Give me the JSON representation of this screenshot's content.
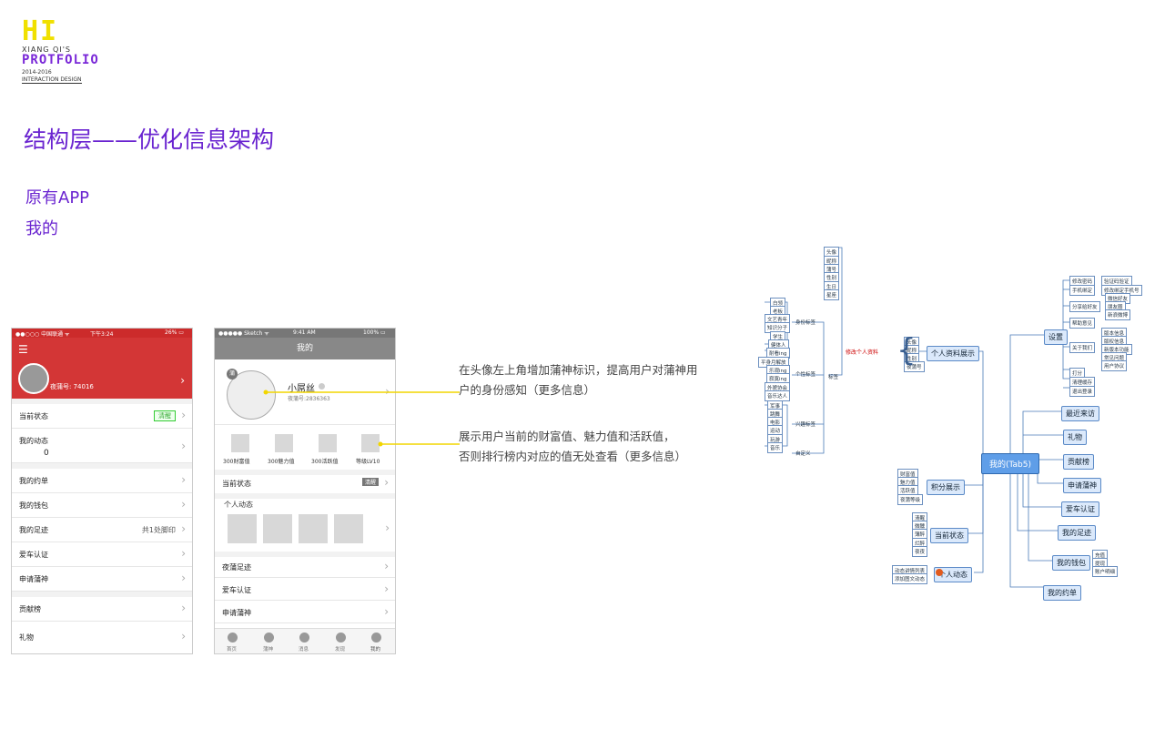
{
  "logo": {
    "hi": "HI",
    "sub": "XIANG QI'S",
    "main": "PROTFOLIO",
    "years": "2014-2016",
    "design": "INTERACTION DESIGN"
  },
  "page_title": "结构层——优化信息架构",
  "subtitle1": "原有APP",
  "subtitle2": "我的",
  "phone1": {
    "status_carrier": "●●○○○ 中国联通 ᯤ",
    "status_time": "下午3:24",
    "status_battery": "26% ▭",
    "nickname": "夜蒲号: 74016",
    "rows": [
      {
        "label": "当前状态",
        "badge": "清醒"
      },
      {
        "label": "我的动态",
        "value": "0"
      },
      {
        "label": "我的约单"
      },
      {
        "label": "我的钱包"
      },
      {
        "label": "我的足迹",
        "value": "共1处脚印"
      },
      {
        "label": "爱车认证"
      },
      {
        "label": "申请蒲神"
      },
      {
        "label": "贡献榜"
      },
      {
        "label": "礼物"
      }
    ]
  },
  "phone2": {
    "status_carrier": "●●●●● Sketch ᯤ",
    "status_time": "9:41 AM",
    "status_battery": "100% ▭",
    "header": "我的",
    "avatar_badge": "蒲",
    "name": "小屌丝",
    "id": "夜蒲号:2836363",
    "stats": [
      "300财富值",
      "300魅力值",
      "300活跃值",
      "等级LV10"
    ],
    "state_label": "当前状态",
    "state_badge": "清醒",
    "dynamic_label": "个人动态",
    "rows": [
      "夜蒲足迹",
      "爱车认证",
      "申请蒲神"
    ],
    "tabs": [
      "首页",
      "蒲神",
      "消息",
      "发现",
      "我的"
    ]
  },
  "annotations": [
    {
      "line1": "在头像左上角增加蒲神标识，提高用户对蒲神用",
      "line2": "户的身份感知（更多信息）"
    },
    {
      "line1": "展示用户当前的财富值、魅力值和活跃值，",
      "line2": "否则排行榜内对应的值无处查看（更多信息）"
    }
  ],
  "mindmap": {
    "center": "我的(Tab5)",
    "right": [
      "设置",
      "最近来访",
      "礼物",
      "贡献榜",
      "申请蒲神",
      "爱车认证",
      "我的足迹",
      "我的钱包",
      "我的约单"
    ],
    "settings_children": [
      "修改密码",
      "手机绑定",
      "分享给好友",
      "帮助意见",
      "关于我们",
      "打分",
      "清理缓存",
      "退出登录"
    ],
    "settings_grand": [
      "验证码验证",
      "修改绑定手机号",
      "微信好友",
      "朋友圈",
      "新浪微博",
      "版本信息",
      "版权信息",
      "新版本功能",
      "常见问题",
      "用户协议"
    ],
    "wallet_children": [
      "充值",
      "提现",
      "账户明细"
    ],
    "left": [
      "个人资料展示",
      "积分展示",
      "当前状态",
      "个人动态"
    ],
    "profile_children": [
      "头像",
      "昵称",
      "性别",
      "夜蒲号"
    ],
    "edit": "修改个人资料",
    "edit_children": [
      "头像",
      "昵称",
      "蒲号",
      "性别",
      "生日",
      "星座"
    ],
    "tag_groups": [
      "身份标签",
      "个性标签",
      "兴趣标签",
      "自定义",
      "标签"
    ],
    "identity_tags": [
      "白领",
      "老板",
      "文艺青年",
      "知识分子",
      "学生",
      "健体人"
    ],
    "personality_tags": [
      "耐看ing",
      "平身月解放",
      "乐观ing",
      "寂寞ing",
      "外貌协会",
      "音乐达人"
    ],
    "interest_tags": [
      "军事",
      "跳舞",
      "电影",
      "运动",
      "玩游",
      "音乐"
    ],
    "points_children": [
      "财富值",
      "魅力值",
      "活跃值",
      "夜蒲等级"
    ],
    "state_children": [
      "清醒",
      "微醺",
      "薄醉",
      "烂醉",
      "夜夜"
    ],
    "dynamic_children": [
      "动态讲情列表",
      "添加图文动态"
    ]
  }
}
